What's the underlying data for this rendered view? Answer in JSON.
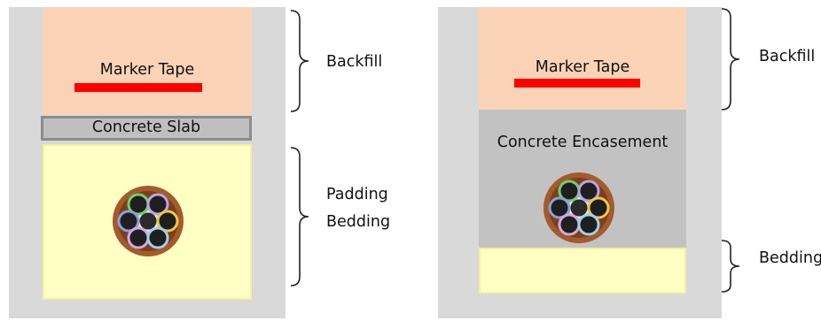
{
  "left_section": {
    "marker_tape_label": "Marker Tape",
    "concrete_slab_label": "Concrete Slab",
    "backfill_label": "Backfill",
    "padding_label": "Padding",
    "bedding_label": "Bedding"
  },
  "right_section": {
    "marker_tape_label": "Marker Tape",
    "concrete_encasement_label": "Concrete Encasement",
    "backfill_label": "Backfill",
    "bedding_label": "Bedding"
  },
  "colors": {
    "trench": "#d9d9d9",
    "backfill": "#fad3b6",
    "bedding": "#ffffc4",
    "concrete": "#bfbfbf",
    "marker_tape": "#ff0000",
    "duct_bundle": "#a05a2c"
  }
}
